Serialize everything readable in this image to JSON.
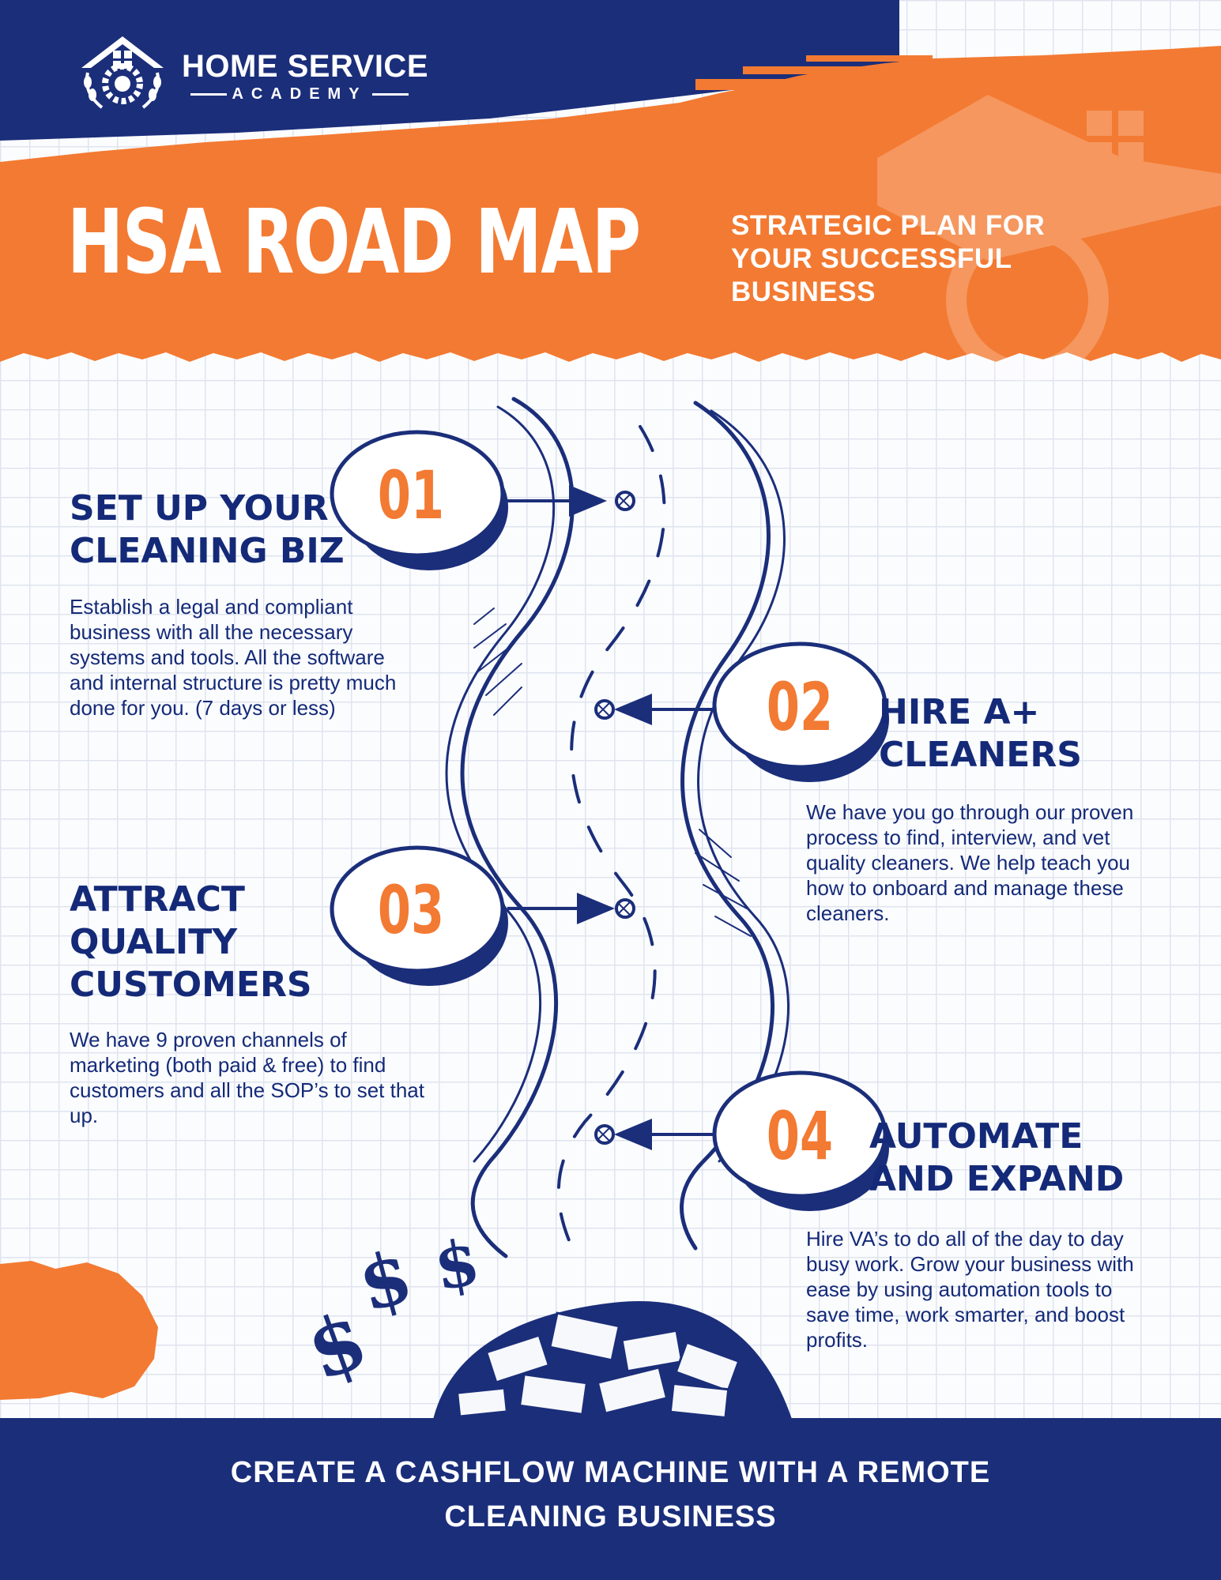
{
  "brand": {
    "name": "HOME SERVICE",
    "tagline": "ACADEMY",
    "logo_icon": "house-gear-laurel-icon"
  },
  "header": {
    "title": "HSA ROAD MAP",
    "subtitle": "STRATEGIC PLAN FOR\nYOUR SUCCESSFUL\nBUSINESS"
  },
  "steps": [
    {
      "number": "01",
      "title": "SET UP YOUR\nCLEANING BIZ",
      "body": "Establish a legal and compliant business with all the necessary systems and tools. All the software and internal structure is pretty much done for you. (7 days or less)"
    },
    {
      "number": "02",
      "title": "HIRE A+\nCLEANERS",
      "body": "We have you go through our proven process to find, interview, and vet quality cleaners. We help teach you how to onboard and manage these cleaners."
    },
    {
      "number": "03",
      "title": "ATTRACT\nQUALITY\nCUSTOMERS",
      "body": "We have 9 proven channels of marketing (both paid & free) to find customers and all the SOP’s to set that up."
    },
    {
      "number": "04",
      "title": "AUTOMATE\nAND EXPAND",
      "body": "Hire VA’s to do all of the day to day busy work. Grow your business with ease by using automation tools to save time, work smarter, and boost profits."
    }
  ],
  "decor": {
    "money_symbol": "$",
    "road_icon": "winding-road-icon",
    "money_pile_icon": "money-pile-icon"
  },
  "footer": {
    "text": "CREATE A CASHFLOW MACHINE WITH A REMOTE\nCLEANING BUSINESS"
  },
  "colors": {
    "navy": "#1b2e7a",
    "orange": "#f37a32",
    "white": "#ffffff"
  }
}
